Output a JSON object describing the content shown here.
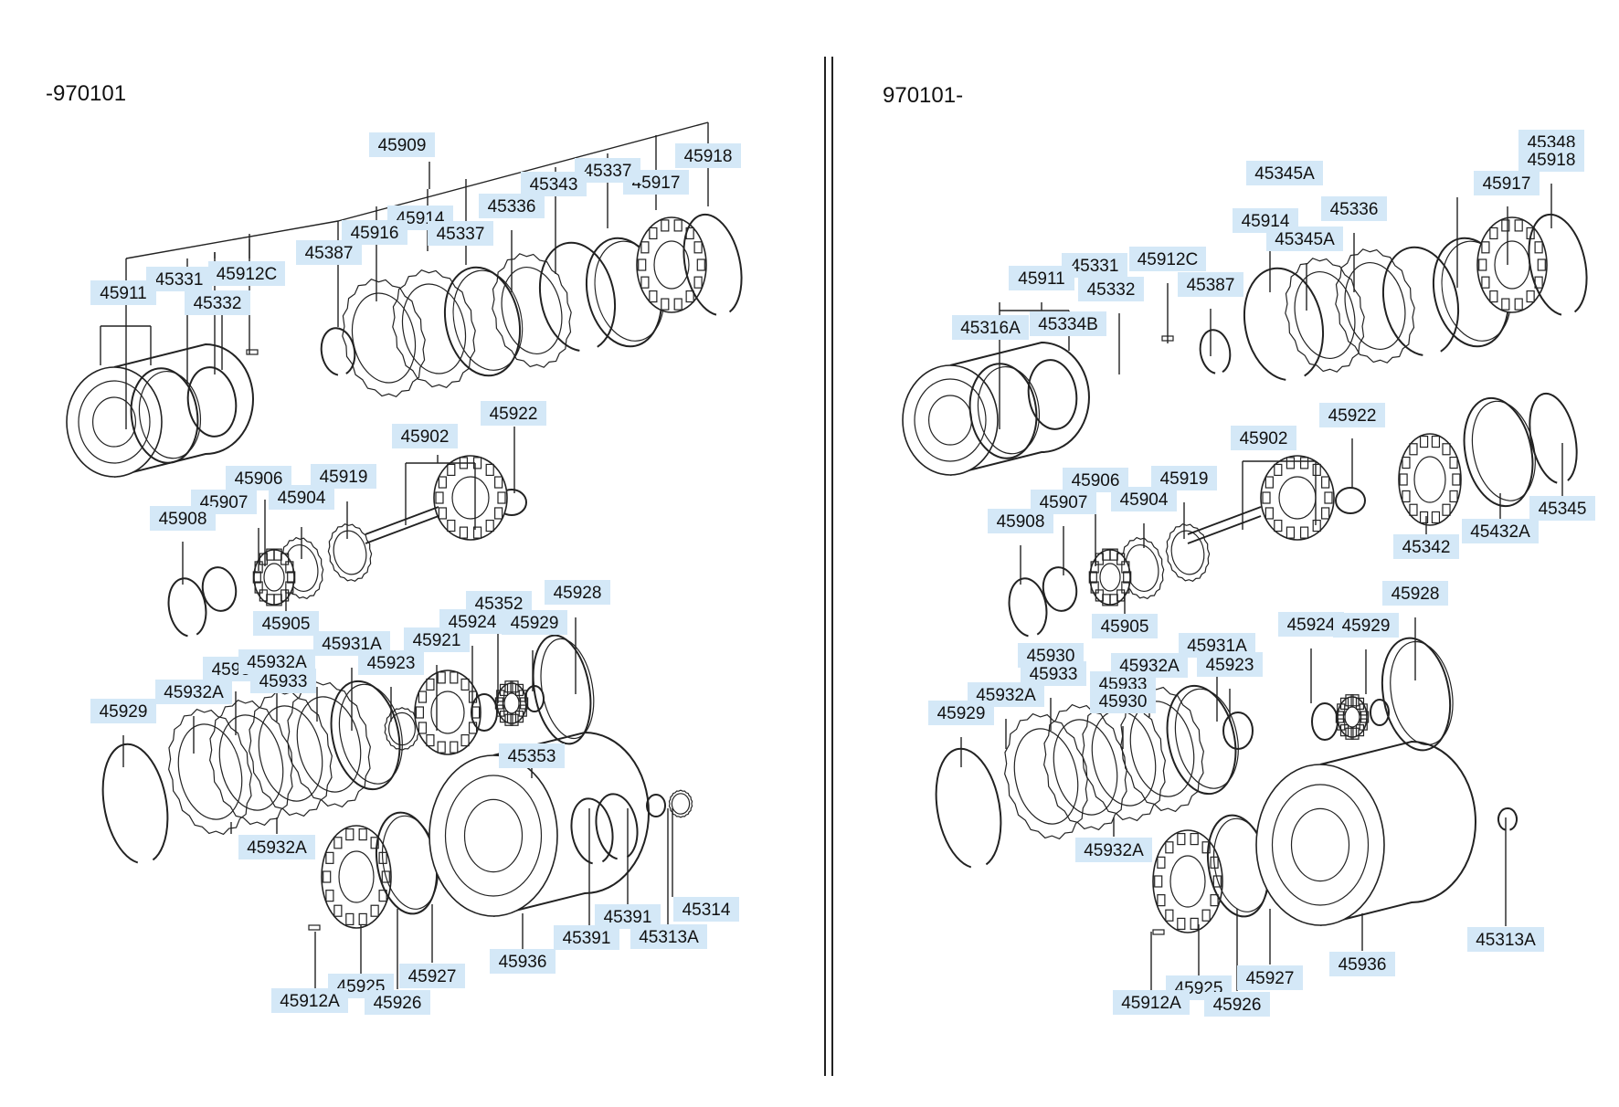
{
  "panels": [
    {
      "id": "left",
      "title": "-970101",
      "labels": [
        "45909",
        "45918",
        "45917",
        "45337",
        "45343",
        "45336",
        "45914",
        "45337",
        "45916",
        "45387",
        "45912C",
        "45331",
        "45911",
        "45332",
        "45922",
        "45902",
        "45906",
        "45919",
        "45907",
        "45904",
        "45908",
        "45905",
        "45928",
        "45352",
        "45924",
        "45929",
        "45931A",
        "45921",
        "45933",
        "45932A",
        "45923",
        "45932A",
        "45933",
        "45929",
        "45353",
        "45932A",
        "45314",
        "45391",
        "45391",
        "45313A",
        "45936",
        "45927",
        "45925",
        "45912A",
        "45926"
      ]
    },
    {
      "id": "right",
      "title": "970101-",
      "labels": [
        "45348",
        "45918",
        "45345A",
        "45917",
        "45336",
        "45914",
        "45345A",
        "45912C",
        "45331",
        "45911",
        "45332",
        "45387",
        "45316A",
        "45334B",
        "45922",
        "45902",
        "45906",
        "45919",
        "45907",
        "45904",
        "45908",
        "45342",
        "45432A",
        "45345",
        "45905",
        "45928",
        "45924",
        "45929",
        "45931A",
        "45930",
        "45933",
        "45932A",
        "45923",
        "45933",
        "45930",
        "45932A",
        "45929",
        "45932A",
        "45313A",
        "45936",
        "45927",
        "45925",
        "45912A",
        "45926"
      ]
    }
  ],
  "colors": {
    "label_bg": "#d4e8f7",
    "ink": "#222222"
  }
}
